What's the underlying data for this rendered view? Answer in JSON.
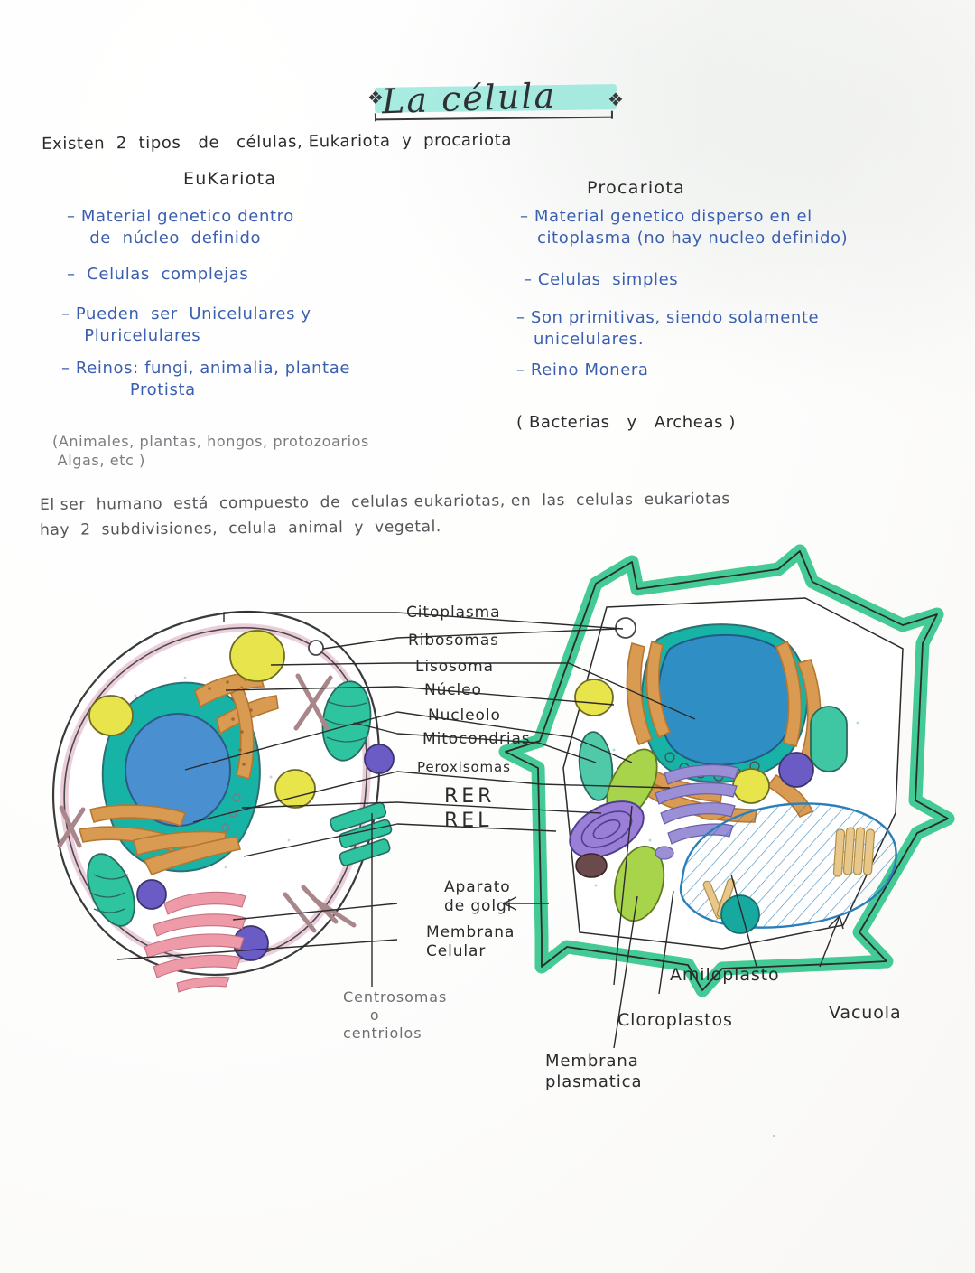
{
  "page": {
    "title": "La célula",
    "title_decoration": "highlighted-underlined-cursive"
  },
  "intro": {
    "line": "Existen  2  tipos   de   células, Eukariota  y  procariota"
  },
  "columns": [
    {
      "heading": "EuKariota",
      "bullets": [
        "– Material genetico dentro\n    de  núcleo  definido",
        "–  Celulas  complejas",
        "– Pueden  ser  Unicelulares y\n    Pluricelulares",
        "– Reinos: fungi, animalia, plantae\n            Protista"
      ],
      "note": "(Animales, plantas, hongos, protozoarios\n Algas, etc )"
    },
    {
      "heading": "Procariota",
      "bullets": [
        "– Material genetico disperso en el\n   citoplasma (no hay nucleo definido)",
        "– Celulas  simples",
        "– Son primitivas, siendo solamente\n   unicelulares.",
        "– Reino Monera"
      ],
      "note": "( Bacterias   y   Archeas )"
    }
  ],
  "paragraph": {
    "line1": "El ser  humano  está  compuesto  de  celulas eukariotas, en  las  celulas  eukariotas",
    "line2": "hay  2  subdivisiones,  celula  animal  y  vegetal."
  },
  "diagram": {
    "animal_cell": {
      "name": "celula-animal",
      "membrane_color": "#e8c6d4",
      "nucleus_color": "#17b3a6",
      "nucleolus_color": "#4a8fd0",
      "er_color": "#d99a52",
      "golgi_color": "#ef9aa8",
      "lysosome_color": "#e8e44c",
      "peroxisome_color": "#6b5bc4",
      "mitochondria_color": "#2fc4a0",
      "centriole_color": "#a8868a"
    },
    "plant_cell": {
      "name": "celula-vegetal",
      "wall_color": "#2fc48a",
      "nucleus_color": "#17b3a6",
      "nucleolus_color": "#2f8fc4",
      "er_color": "#d99a52",
      "golgi_color": "#9b8fd6",
      "chloroplast_color": "#a8d44c",
      "vacuole_color": "#2a7fb8",
      "lysosome_color": "#e8e44c",
      "peroxisome_color": "#6b5bc4",
      "amyloplast_color": "#a8d44c"
    },
    "center_labels": [
      "Citoplasma",
      "Ribosomas",
      "Lisosoma",
      "Núcleo",
      "Nucleolo",
      "Mitocondrias",
      "Peroxisomas",
      "RER",
      "REL"
    ],
    "golgi_label": "Aparato\nde golgi",
    "membrane_label": "Membrana\nCelular",
    "centrosome_label": "Centrosomas\n     o\ncentriolos",
    "plant_labels": [
      {
        "text": "Amiloplasto",
        "name": "label-amiloplasto"
      },
      {
        "text": "Cloroplastos",
        "name": "label-cloroplastos"
      },
      {
        "text": "Vacuola",
        "name": "label-vacuola"
      },
      {
        "text": "Membrana\nplasmatica",
        "name": "label-membrana-plasmatica"
      }
    ]
  }
}
